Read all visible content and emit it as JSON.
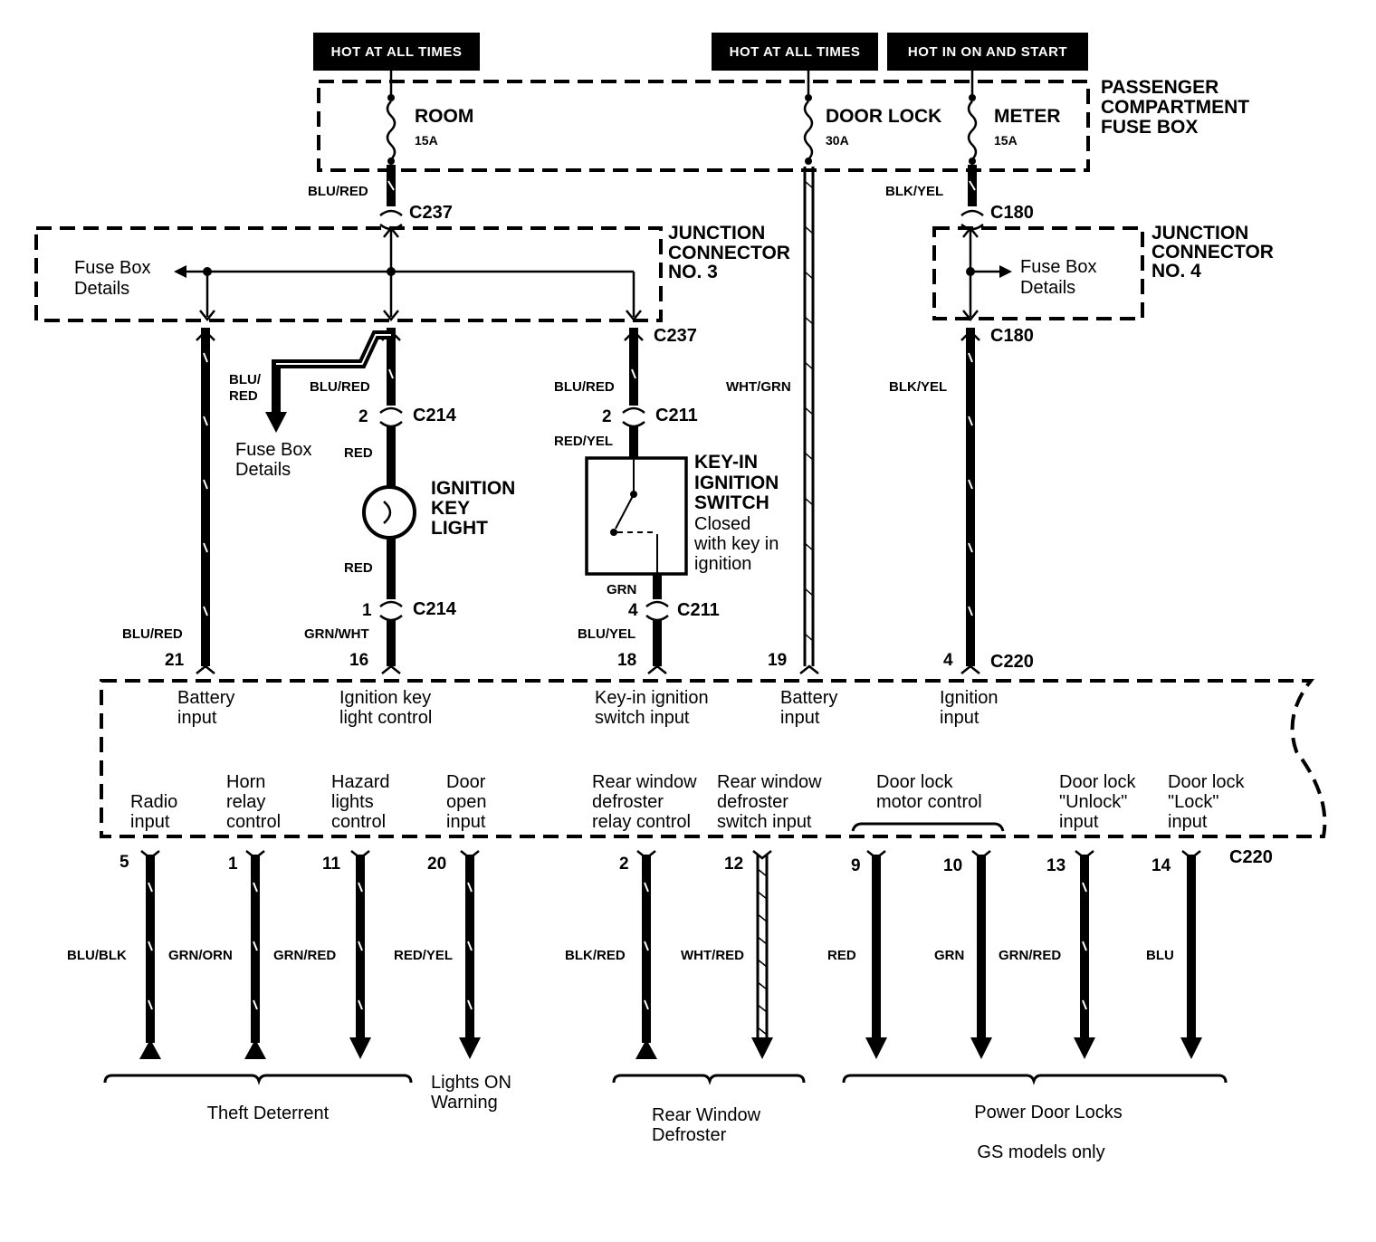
{
  "headers": {
    "hot_at_all_times_1": "HOT AT ALL TIMES",
    "hot_at_all_times_2": "HOT AT ALL TIMES",
    "hot_in_on_and_start": "HOT IN ON AND START"
  },
  "fuse_box": {
    "title_line1": "PASSENGER",
    "title_line2": "COMPARTMENT",
    "title_line3": "FUSE BOX",
    "fuses": [
      {
        "name": "ROOM",
        "rating": "15A"
      },
      {
        "name": "DOOR LOCK",
        "rating": "30A"
      },
      {
        "name": "METER",
        "rating": "15A"
      }
    ]
  },
  "junction3": {
    "title_line1": "JUNCTION",
    "title_line2": "CONNECTOR",
    "title_line3": "NO. 3",
    "fuse_box_details_line1": "Fuse Box",
    "fuse_box_details_line2": "Details"
  },
  "junction4": {
    "title_line1": "JUNCTION",
    "title_line2": "CONNECTOR",
    "title_line3": "NO. 4",
    "fuse_box_details_line1": "Fuse Box",
    "fuse_box_details_line2": "Details"
  },
  "connectors": {
    "c237_top": "C237",
    "c237_bottom": "C237",
    "c180_top": "C180",
    "c180_bottom": "C180",
    "c214_top": "C214",
    "c214_bottom": "C214",
    "c211_top": "C211",
    "c211_bottom": "C211",
    "c220_top": "C220",
    "c220_bottom": "C220"
  },
  "wire_colors": {
    "room_out": "BLU/RED",
    "meter_out": "BLK/YEL",
    "j3_branch": "BLU/\nRED",
    "j3_branch_line1": "BLU/",
    "j3_branch_line2": "RED",
    "to_c214": "BLU/RED",
    "to_c211": "BLU/RED",
    "door_lock_wire": "WHT/GRN",
    "j4_out": "BLK/YEL",
    "light_top": "RED",
    "light_bottom": "RED",
    "switch_top": "RED/YEL",
    "switch_bottom": "GRN",
    "pin21": "BLU/RED",
    "pin16": "GRN/WHT",
    "pin18": "BLU/YEL"
  },
  "pins": {
    "c214_top_pin": "2",
    "c214_bottom_pin": "1",
    "c211_top_pin": "2",
    "c211_bottom_pin": "4",
    "top_row": [
      "21",
      "16",
      "18",
      "19",
      "4"
    ]
  },
  "components": {
    "fuse_box_details_left_line1": "Fuse Box",
    "fuse_box_details_left_line2": "Details",
    "ignition_key_light_line1": "IGNITION",
    "ignition_key_light_line2": "KEY",
    "ignition_key_light_line3": "LIGHT",
    "key_in_switch_line1": "KEY-IN",
    "key_in_switch_line2": "IGNITION",
    "key_in_switch_line3": "SWITCH",
    "key_in_note_line1": "Closed",
    "key_in_note_line2": "with key in",
    "key_in_note_line3": "ignition"
  },
  "unit_inputs_top": [
    {
      "line1": "Battery",
      "line2": "input"
    },
    {
      "line1": "Ignition key",
      "line2": "light control"
    },
    {
      "line1": "Key-in ignition",
      "line2": "switch input"
    },
    {
      "line1": "Battery",
      "line2": "input"
    },
    {
      "line1": "Ignition",
      "line2": "input"
    }
  ],
  "unit_outputs_bottom": {
    "radio": {
      "line1": "Radio",
      "line2": "input"
    },
    "horn": {
      "line1": "Horn",
      "line2": "relay",
      "line3": "control"
    },
    "hazard": {
      "line1": "Hazard",
      "line2": "lights",
      "line3": "control"
    },
    "door_open": {
      "line1": "Door",
      "line2": "open",
      "line3": "input"
    },
    "rear_relay": {
      "line1": "Rear window",
      "line2": "defroster",
      "line3": "relay control"
    },
    "rear_switch": {
      "line1": "Rear window",
      "line2": "defroster",
      "line3": "switch input"
    },
    "door_lock_motor": {
      "line1": "Door lock",
      "line2": "motor control"
    },
    "unlock": {
      "line1": "Door lock",
      "line2": "\"Unlock\"",
      "line3": "input"
    },
    "lock": {
      "line1": "Door lock",
      "line2": "\"Lock\"",
      "line3": "input"
    }
  },
  "bottom_wires": [
    {
      "pin": "5",
      "color": "BLU/BLK"
    },
    {
      "pin": "1",
      "color": "GRN/ORN"
    },
    {
      "pin": "11",
      "color": "GRN/RED"
    },
    {
      "pin": "20",
      "color": "RED/YEL"
    },
    {
      "pin": "2",
      "color": "BLK/RED"
    },
    {
      "pin": "12",
      "color": "WHT/RED"
    },
    {
      "pin": "9",
      "color": "RED"
    },
    {
      "pin": "10",
      "color": "GRN"
    },
    {
      "pin": "13",
      "color": "GRN/RED"
    },
    {
      "pin": "14",
      "color": "BLU"
    }
  ],
  "groups": {
    "theft_deterrent": "Theft Deterrent",
    "lights_on_line1": "Lights ON",
    "lights_on_line2": "Warning",
    "rear_window_line1": "Rear Window",
    "rear_window_line2": "Defroster",
    "power_door_locks": "Power Door Locks",
    "gs_models_only": "GS models only"
  }
}
